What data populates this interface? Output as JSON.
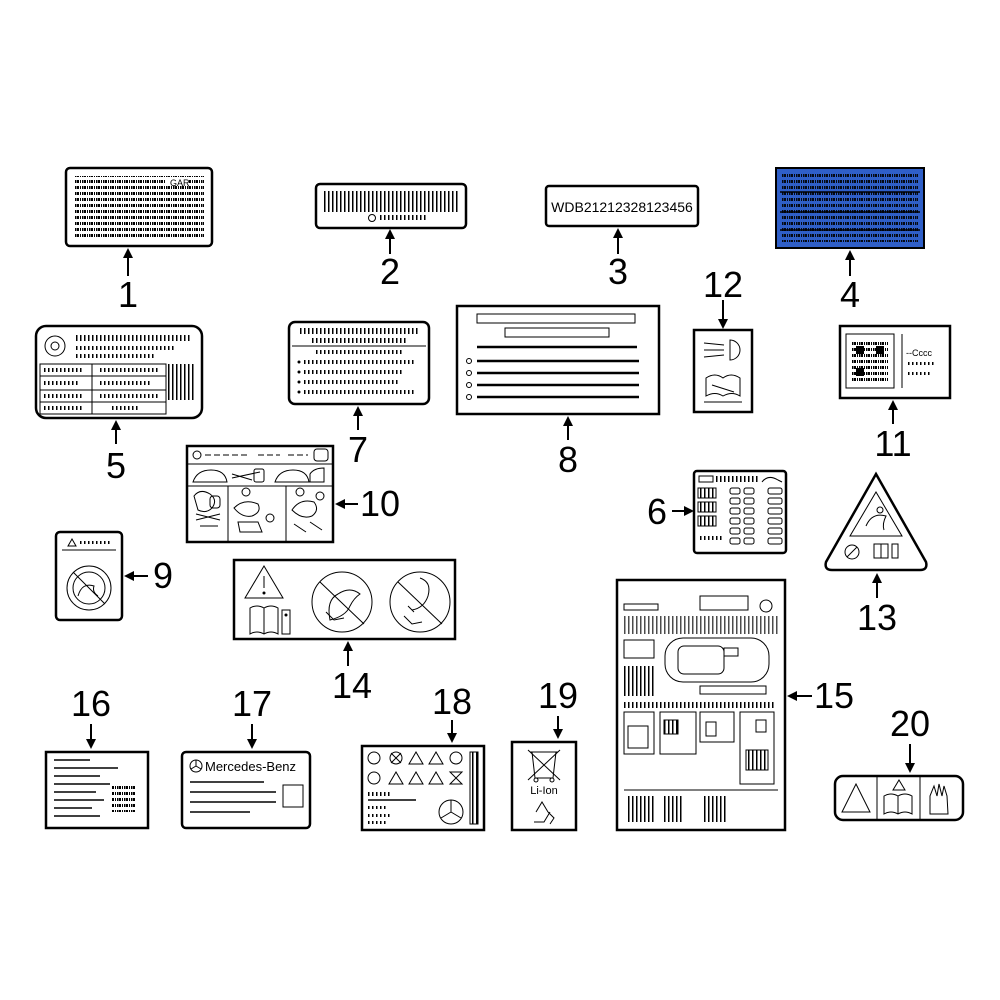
{
  "vin_text": "WDB21212328123456",
  "brand_text": "Mercedes-Benz",
  "recycling_text": "Li-Ion",
  "callouts": [
    "1",
    "2",
    "3",
    "4",
    "5",
    "6",
    "7",
    "8",
    "9",
    "10",
    "11",
    "12",
    "13",
    "14",
    "15",
    "16",
    "17",
    "18",
    "19",
    "20"
  ],
  "colors": {
    "label_4_fill": "#2f5fc8",
    "line": "#000000",
    "background": "#ffffff"
  }
}
